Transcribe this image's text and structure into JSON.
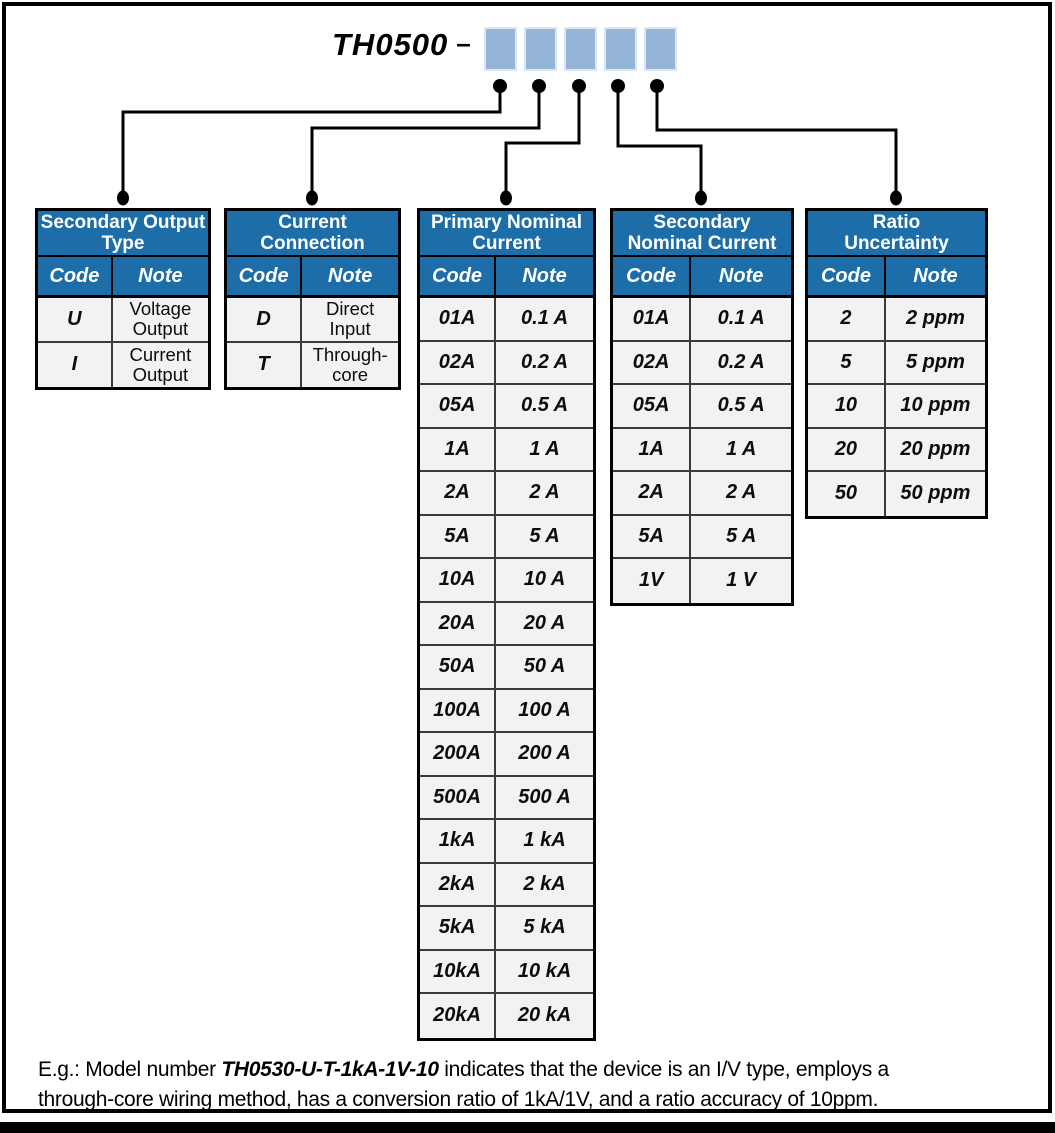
{
  "title": {
    "model": "TH0500",
    "dash": "–"
  },
  "placeholder_boxes": 5,
  "colors": {
    "header_blue": "#1C6DA8",
    "box_blue": "#94B5D5",
    "row_bg": "#F2F2F2",
    "line_black": "#000000"
  },
  "tables": [
    {
      "title_lines": [
        "Secondary Output",
        "Type"
      ],
      "columns": [
        "Code",
        "Note"
      ],
      "note_style": "plain",
      "rows": [
        [
          "U",
          "Voltage Output"
        ],
        [
          "I",
          "Current Output"
        ]
      ]
    },
    {
      "title_lines": [
        "Current",
        "Connection"
      ],
      "columns": [
        "Code",
        "Note"
      ],
      "note_style": "plain",
      "rows": [
        [
          "D",
          "Direct Input"
        ],
        [
          "T",
          "Through-core"
        ]
      ]
    },
    {
      "title_lines": [
        "Primary Nominal",
        "Current"
      ],
      "columns": [
        "Code",
        "Note"
      ],
      "note_style": "emph",
      "rows": [
        [
          "01A",
          "0.1 A"
        ],
        [
          "02A",
          "0.2 A"
        ],
        [
          "05A",
          "0.5 A"
        ],
        [
          "1A",
          "1 A"
        ],
        [
          "2A",
          "2 A"
        ],
        [
          "5A",
          "5 A"
        ],
        [
          "10A",
          "10 A"
        ],
        [
          "20A",
          "20 A"
        ],
        [
          "50A",
          "50 A"
        ],
        [
          "100A",
          "100 A"
        ],
        [
          "200A",
          "200 A"
        ],
        [
          "500A",
          "500 A"
        ],
        [
          "1kA",
          "1 kA"
        ],
        [
          "2kA",
          "2 kA"
        ],
        [
          "5kA",
          "5 kA"
        ],
        [
          "10kA",
          "10 kA"
        ],
        [
          "20kA",
          "20 kA"
        ]
      ]
    },
    {
      "title_lines": [
        "Secondary",
        "Nominal Current"
      ],
      "columns": [
        "Code",
        "Note"
      ],
      "note_style": "emph",
      "rows": [
        [
          "01A",
          "0.1 A"
        ],
        [
          "02A",
          "0.2 A"
        ],
        [
          "05A",
          "0.5 A"
        ],
        [
          "1A",
          "1 A"
        ],
        [
          "2A",
          "2 A"
        ],
        [
          "5A",
          "5 A"
        ],
        [
          "1V",
          "1 V"
        ]
      ]
    },
    {
      "title_lines": [
        "Ratio",
        "Uncertainty"
      ],
      "columns": [
        "Code",
        "Note"
      ],
      "note_style": "emph",
      "rows": [
        [
          "2",
          "2 ppm"
        ],
        [
          "5",
          "5 ppm"
        ],
        [
          "10",
          "10 ppm"
        ],
        [
          "20",
          "20 ppm"
        ],
        [
          "50",
          "50 ppm"
        ]
      ]
    }
  ],
  "example": {
    "prefix": "E.g.: Model number ",
    "model": "TH0530-U-T-1kA-1V-10",
    "suffix": " indicates that the device is an I/V type, employs a\nthrough-core wiring method, has a conversion ratio of 1kA/1V, and a ratio accuracy of 10ppm."
  }
}
